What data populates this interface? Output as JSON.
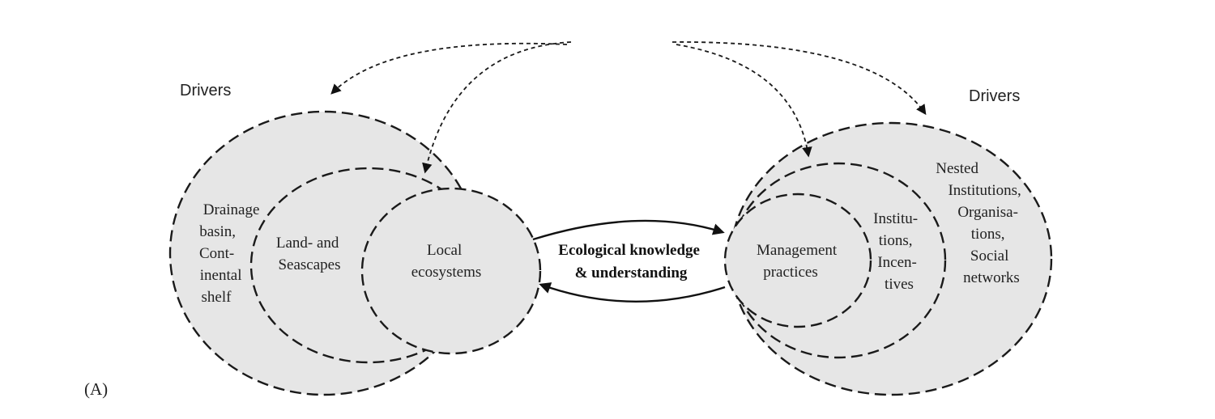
{
  "diagram": {
    "left_drivers_label": "Drivers",
    "right_drivers_label": "Drivers",
    "left_circles": {
      "outer": [
        "Drainage",
        "basin,",
        "Cont-",
        "inental",
        "shelf"
      ],
      "middle": [
        "Land- and",
        "Seascapes"
      ],
      "inner": [
        "Local",
        "ecosystems"
      ]
    },
    "center": [
      "Ecological knowledge",
      "& understanding"
    ],
    "right_circles": {
      "inner": [
        "Management",
        "practices"
      ],
      "middle": [
        "Institu-",
        "tions,",
        "Incen-",
        "tives"
      ],
      "outer": [
        "Nested",
        "Institutions,",
        "Organisa-",
        "tions,",
        "Social",
        "networks"
      ]
    },
    "panel_label": "(A)"
  }
}
